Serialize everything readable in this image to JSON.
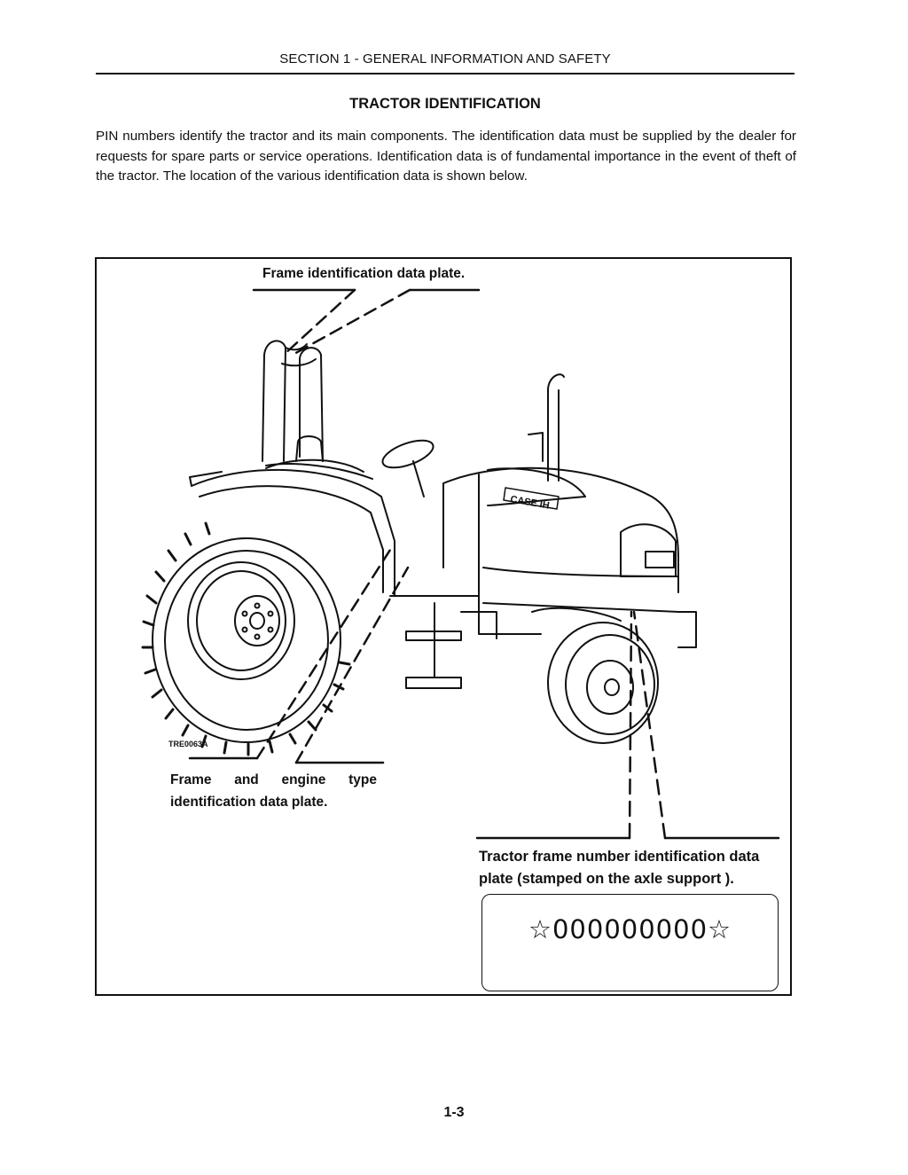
{
  "header": {
    "running_title": "SECTION 1 - GENERAL INFORMATION AND SAFETY"
  },
  "section": {
    "title": "TRACTOR IDENTIFICATION",
    "intro": "PIN numbers identify the tractor and its main components. The identification data must be supplied by the dealer for requests for spare parts or service operations. Identification data is of fundamental importance in the event of theft of the tractor. The location of the various identification data is shown below."
  },
  "figure": {
    "code": "TRE0063A",
    "brand_logo": "CASE IH",
    "callouts": {
      "frame_plate": "Frame identification data plate.",
      "frame_engine_line1_words": [
        "Frame",
        "and",
        "engine",
        "type"
      ],
      "frame_engine_line2": "identification data plate.",
      "axle_support": "Tractor frame number identification data plate (stamped on the axle support )."
    },
    "serial_plate": {
      "text": "☆000000000☆"
    }
  },
  "footer": {
    "page_number": "1-3"
  }
}
